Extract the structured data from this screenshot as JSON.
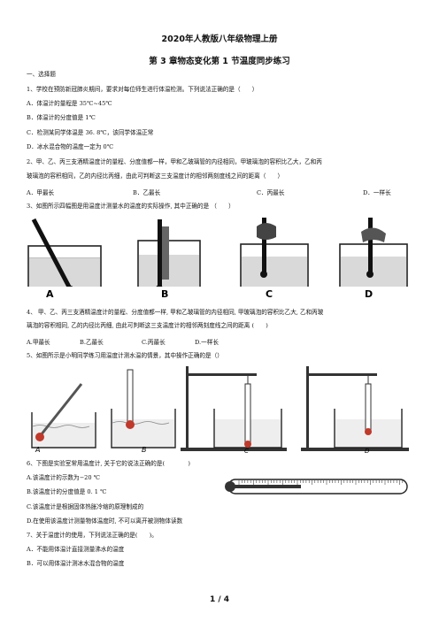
{
  "header": {
    "title": "2020年人教版八年级物理上册",
    "subtitle": "第 3 章物态变化第 1 节温度同步练习"
  },
  "section1": "一、选择题",
  "q1": {
    "stem": "1、学校在预防新冠肺炎期间，要求对每位师生进行体温检测。下列说法正确的是（　　）",
    "a": "A．体温计的量程是 35℃~45℃",
    "b": "B．体温计的分度值是 1℃",
    "c": "C．检测某同学体温是 36. 8℃，该同学体温正常",
    "d": "D．冰水混合物的温度一定为 0℃"
  },
  "q2": {
    "stem1": "2、甲、乙、丙三支酒精温度计的量程、分度值都一样，甲和乙玻璃管的内径相同，甲玻璃泡的容积比乙大，乙和丙",
    "stem2": "玻璃泡的容积相同，乙的内径比丙细，由此可判断这三支温度计的相邻两刻度线之间的距离（　　）",
    "a": "A．甲最长",
    "b": "B．乙最长",
    "c": "C．丙最长",
    "d": "D．一样长"
  },
  "q3": {
    "stem": "3、如图所示四幅图是用温度计测量水的温度的实际操作, 其中正确的是 （　　）",
    "labels": [
      "A",
      "B",
      "C",
      "D"
    ]
  },
  "q4": {
    "stem1": "4、 甲、乙、丙三支酒精温度计的量程、分度值都一样, 甲和乙玻璃管的内径相同, 甲玻璃泡的容积比乙大, 乙和丙玻",
    "stem2": "璃泡的容积相同, 乙的内径比丙细, 由此可判断这三支温度计的相邻两刻度线之间的距离 (　　)",
    "a": "A.甲最长",
    "b": "B.乙最长",
    "c": "C.丙最长",
    "d": "D.一样长"
  },
  "q5": {
    "stem": "5、如图所示是小明同学练习用温度计测水温的情景，其中操作正确的是（）",
    "labels": [
      "A",
      "B",
      "C",
      "D"
    ]
  },
  "q6": {
    "stem": "6、下图是实验室常用温度计, 关于它的说法正确的是(　　　　)",
    "a": "A.该温度计的示数为−20 ℃",
    "b": "B.该温度计的分度值是 0. 1 ℃",
    "c": "C.该温度计是根据固体热胀冷缩的原理制成的",
    "d": "D.在使用该温度计测量物体温度时, 不可以离开被测物体读数"
  },
  "q7": {
    "stem": "7、关于温度计的使用，下列说法正确的是(　　)。",
    "a": "A．不能用体温计直接测量沸水的温度",
    "b": "B．可以用体温计测冰水混合物的温度"
  },
  "footer": "1 / 4"
}
